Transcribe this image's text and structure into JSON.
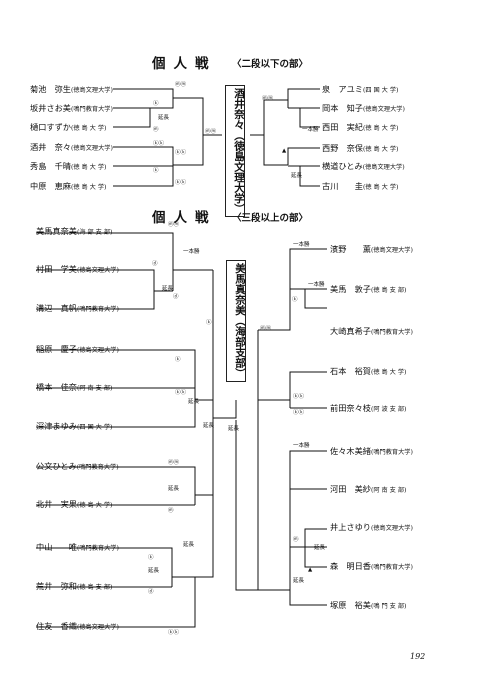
{
  "page_number": "192",
  "sections": [
    {
      "title": "個人戦",
      "division": "〈二段以下の部〉",
      "winner": "酒井奈々（徳島文理大学）",
      "left": [
        {
          "name": "菊池　弥生",
          "aff": "(徳島文理大学)"
        },
        {
          "name": "坂井さお美",
          "aff": "(鳴門教育大学)"
        },
        {
          "name": "樋口すずか",
          "aff": "(徳 島 大 学)"
        },
        {
          "name": "酒井　奈々",
          "aff": "(徳島文理大学)"
        },
        {
          "name": "秀島　千晴",
          "aff": "(徳 島 大 学)"
        },
        {
          "name": "中原　恵麻",
          "aff": "(徳 島 大 学)"
        }
      ],
      "right": [
        {
          "name": "泉　アユミ",
          "aff": "(四 国 大 学)"
        },
        {
          "name": "岡本　知子",
          "aff": "(徳島文理大学)"
        },
        {
          "name": "西田　実紀",
          "aff": "(徳 島 大 学)"
        },
        {
          "name": "西野　奈保",
          "aff": "(徳 島 大 学)"
        },
        {
          "name": "横道ひとみ",
          "aff": "(徳島文理大学)"
        },
        {
          "name": "古川　　圭",
          "aff": "(徳 島 大 学)"
        }
      ]
    },
    {
      "title": "個人戦",
      "division": "〈三段以上の部〉",
      "winner": "美馬真奈美（海部支部）",
      "left": [
        {
          "name": "美馬真奈美",
          "aff": "(海 部 支 部)"
        },
        {
          "name": "村田　学美",
          "aff": "(徳島文理大学)"
        },
        {
          "name": "溝辺　真帆",
          "aff": "(鳴門教育大学)"
        },
        {
          "name": "稲原　慶子",
          "aff": "(徳島文理大学)"
        },
        {
          "name": "橋本　佳奈",
          "aff": "(阿 南 支 部)"
        },
        {
          "name": "深津まゆみ",
          "aff": "(四 国 大 学)"
        },
        {
          "name": "公文ひとみ",
          "aff": "(鳴門教育大学)"
        },
        {
          "name": "北井　実果",
          "aff": "(徳 島 大 学)"
        },
        {
          "name": "中山　　唯",
          "aff": "(鳴門教育大学)"
        },
        {
          "name": "荒井　弥和",
          "aff": "(徳 島 支 部)"
        },
        {
          "name": "住友　香織",
          "aff": "(徳島文理大学)"
        }
      ],
      "right": [
        {
          "name": "濱野　　薫",
          "aff": "(徳島文理大学)"
        },
        {
          "name": "美馬　敦子",
          "aff": "(徳 島 支 部)"
        },
        {
          "name": "大崎真希子",
          "aff": "(鳴門教育大学)"
        },
        {
          "name": "石本　裕賀",
          "aff": "(徳 島 大 学)"
        },
        {
          "name": "前田奈々枝",
          "aff": "(阿 波 支 部)"
        },
        {
          "name": "佐々木美緒",
          "aff": "(鳴門教育大学)"
        },
        {
          "name": "河田　美紗",
          "aff": "(阿 南 支 部)"
        },
        {
          "name": "井上さゆり",
          "aff": "(徳島文理大学)"
        },
        {
          "name": "森　明日香",
          "aff": "(鳴門教育大学)"
        },
        {
          "name": "塚原　裕美",
          "aff": "(鳴 門 支 部)"
        }
      ]
    }
  ],
  "notes": {
    "encho": "延長",
    "ippon": "一本勝",
    "triangle": "▲",
    "m1": "ⓜⓜ",
    "m2": "ⓜ",
    "m3": "ⓚⓚ",
    "m4": "ⓚ",
    "m5": "ⓓ"
  }
}
